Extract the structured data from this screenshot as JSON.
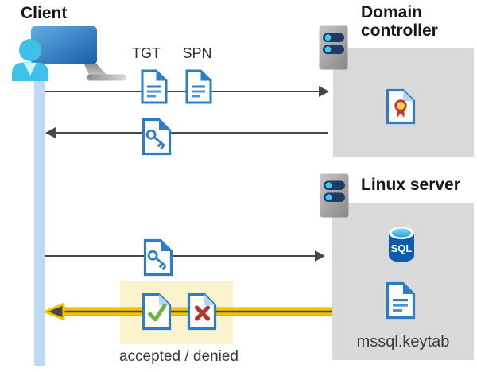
{
  "client": {
    "label": "Client"
  },
  "domain_controller": {
    "label": "Domain controller"
  },
  "linux_server": {
    "label": "Linux server",
    "keytab_filename": "mssql.keytab"
  },
  "sql": {
    "label": "SQL"
  },
  "tickets": {
    "tgt_label": "TGT",
    "spn_label": "SPN"
  },
  "result": {
    "label": "accepted / denied"
  },
  "icons": {
    "client": "user-at-monitor-icon",
    "domain_controller": "server-icon",
    "linux_server": "server-icon",
    "tgt": "document-icon",
    "spn": "document-icon",
    "service_ticket": "key-document-icon",
    "certificate": "certificate-document-icon",
    "database": "sql-database-icon",
    "keytab": "document-icon",
    "accepted": "check-document-icon",
    "denied": "x-document-icon"
  },
  "colors": {
    "doc_blue": "#2E7DC4",
    "doc_line_blue": "#4E94D4",
    "fold_light_blue": "#B7D7F0",
    "check_green": "#6CB33F",
    "denied_red": "#B5342E",
    "ribbon_red": "#C4372C",
    "seal_yellow": "#FFD24A",
    "accent_yellow": "#F4C300",
    "accent_yellow_edge": "#D8A900",
    "highlight_cream": "#FAF3CD",
    "arrow_gray": "#474747",
    "box_gray": "#D9D9D9",
    "lifeline_blue": "#BDD9F5",
    "person_cyan": "#3EC1E9",
    "collar_light": "#D4F1FA",
    "server_slot_navy": "#1F3A66",
    "dot_cyan": "#41C8F0",
    "sql_body_blue": "#0F5BAC"
  }
}
